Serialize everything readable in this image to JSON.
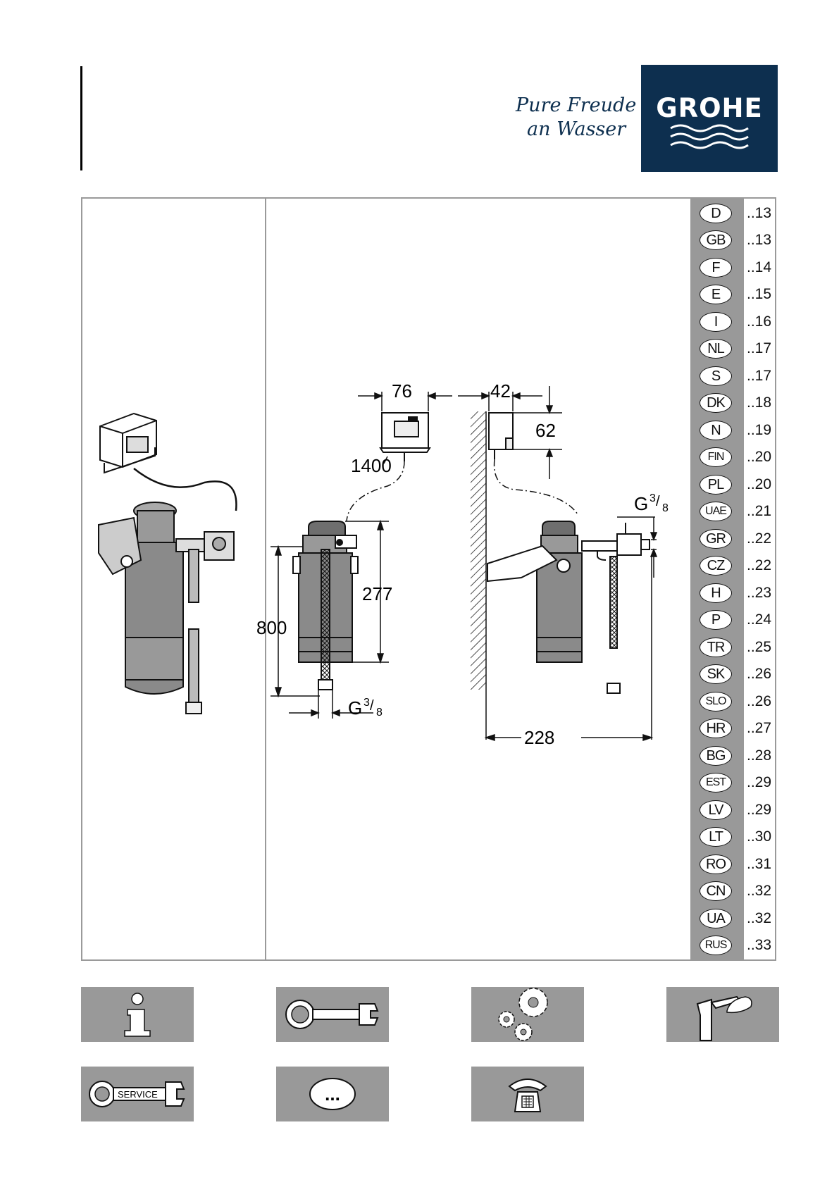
{
  "brand": {
    "name": "GROHE",
    "slogan_line1": "Pure Freude",
    "slogan_line2": "an Wasser",
    "color": "#0d2f4f"
  },
  "languages": [
    {
      "code": "D",
      "page": "..13"
    },
    {
      "code": "GB",
      "page": "..13"
    },
    {
      "code": "F",
      "page": "..14"
    },
    {
      "code": "E",
      "page": "..15"
    },
    {
      "code": "I",
      "page": "..16"
    },
    {
      "code": "NL",
      "page": "..17"
    },
    {
      "code": "S",
      "page": "..17"
    },
    {
      "code": "DK",
      "page": "..18"
    },
    {
      "code": "N",
      "page": "..19"
    },
    {
      "code": "FIN",
      "page": "..20"
    },
    {
      "code": "PL",
      "page": "..20"
    },
    {
      "code": "UAE",
      "page": "..21"
    },
    {
      "code": "GR",
      "page": "..22"
    },
    {
      "code": "CZ",
      "page": "..22"
    },
    {
      "code": "H",
      "page": "..23"
    },
    {
      "code": "P",
      "page": "..24"
    },
    {
      "code": "TR",
      "page": "..25"
    },
    {
      "code": "SK",
      "page": "..26"
    },
    {
      "code": "SLO",
      "page": "..26"
    },
    {
      "code": "HR",
      "page": "..27"
    },
    {
      "code": "BG",
      "page": "..28"
    },
    {
      "code": "EST",
      "page": "..29"
    },
    {
      "code": "LV",
      "page": "..29"
    },
    {
      "code": "LT",
      "page": "..30"
    },
    {
      "code": "RO",
      "page": "..31"
    },
    {
      "code": "CN",
      "page": "..32"
    },
    {
      "code": "UA",
      "page": "..32"
    },
    {
      "code": "RUS",
      "page": "..33"
    }
  ],
  "dimensions": {
    "d76": "76",
    "d42": "42",
    "d62": "62",
    "d1400": "1400",
    "d277": "277",
    "d800": "800",
    "d228": "228",
    "thread": "G",
    "thread_num": "3",
    "thread_den": "8"
  },
  "icons": [
    {
      "name": "info-icon"
    },
    {
      "name": "wrench-icon"
    },
    {
      "name": "gears-icon"
    },
    {
      "name": "faucet-hand-icon"
    },
    {
      "name": "service-wrench-icon",
      "label": "SERVICE"
    },
    {
      "name": "more-icon",
      "label": "..."
    },
    {
      "name": "telephone-icon"
    }
  ]
}
